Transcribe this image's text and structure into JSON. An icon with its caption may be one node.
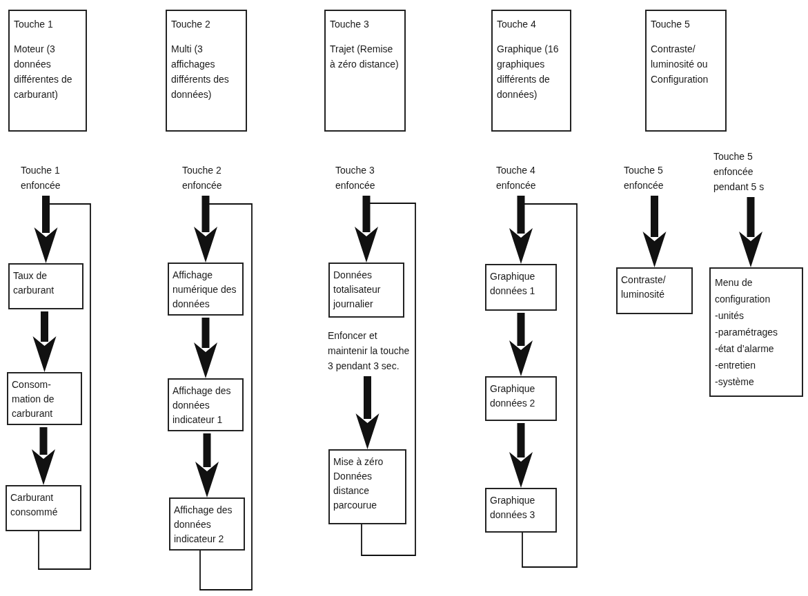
{
  "diagram": {
    "nodes": [
      {
        "text": [
          "Touche 1",
          "Moteur (3 données différentes de carburant)"
        ]
      },
      {
        "text": [
          "Touche 2",
          "Multi (3 affichages différents des données)"
        ]
      },
      {
        "text": [
          "Touche 3",
          "Trajet (Remise à zéro distance)"
        ]
      },
      {
        "text": [
          "Touche 4",
          "Graphique (16 graphiques différents de données)"
        ]
      },
      {
        "text": [
          "Touche 5",
          "Contraste/ luminosité ou Configuration"
        ]
      },
      {
        "text": [
          "Touche 1 enfoncée"
        ]
      },
      {
        "text": [
          "Taux de carburant"
        ]
      },
      {
        "text": [
          "Consom-mation de carburant"
        ]
      },
      {
        "text": [
          "Carburant consommé"
        ]
      },
      {
        "text": [
          "Touche 2 enfoncée"
        ]
      },
      {
        "text": [
          "Affichage numérique des données"
        ]
      },
      {
        "text": [
          "Affichage des données indicateur 1"
        ]
      },
      {
        "text": [
          "Affichage des données indicateur 2"
        ]
      },
      {
        "text": [
          "Touche 3 enfoncée"
        ]
      },
      {
        "text": [
          "Données totalisateur journalier"
        ]
      },
      {
        "text": [
          "Enfoncer et maintenir la touche 3 pendant 3 sec."
        ]
      },
      {
        "text": [
          "Mise à zéro Données distance parcourue"
        ]
      },
      {
        "text": [
          "Touche 4 enfoncée"
        ]
      },
      {
        "text": [
          "Graphique données 1"
        ]
      },
      {
        "text": [
          "Graphique données 2"
        ]
      },
      {
        "text": [
          "Graphique données 3"
        ]
      },
      {
        "text": [
          "Touche 5 enfoncée"
        ]
      },
      {
        "text": [
          "Contraste/ luminosité"
        ]
      },
      {
        "text": [
          "Touche 5 enfoncée pendant 5 s"
        ]
      },
      {
        "text": [
          "Menu de configuration",
          "-unités",
          "-paramétrages",
          "-état d’alarme",
          "-entretien",
          "-système"
        ]
      }
    ],
    "edges": [
      {
        "from": 5,
        "to": 6,
        "arrow": "to"
      },
      {
        "from": 6,
        "to": 7,
        "arrow": "to"
      },
      {
        "from": 7,
        "to": 8,
        "arrow": "to"
      },
      {
        "from": 8,
        "to": 6,
        "arrow": "to"
      },
      {
        "from": 9,
        "to": 10,
        "arrow": "to"
      },
      {
        "from": 10,
        "to": 11,
        "arrow": "to"
      },
      {
        "from": 11,
        "to": 12,
        "arrow": "to"
      },
      {
        "from": 12,
        "to": 10,
        "arrow": "to"
      },
      {
        "from": 13,
        "to": 14,
        "arrow": "to"
      },
      {
        "from": 15,
        "to": 16,
        "arrow": "to"
      },
      {
        "from": 16,
        "to": 14,
        "arrow": "to"
      },
      {
        "from": 17,
        "to": 18,
        "arrow": "to"
      },
      {
        "from": 18,
        "to": 19,
        "arrow": "to"
      },
      {
        "from": 19,
        "to": 20,
        "arrow": "to"
      },
      {
        "from": 20,
        "to": 18,
        "arrow": "to"
      },
      {
        "from": 21,
        "to": 22,
        "arrow": "to"
      },
      {
        "from": 23,
        "to": 24,
        "arrow": "to"
      }
    ]
  }
}
